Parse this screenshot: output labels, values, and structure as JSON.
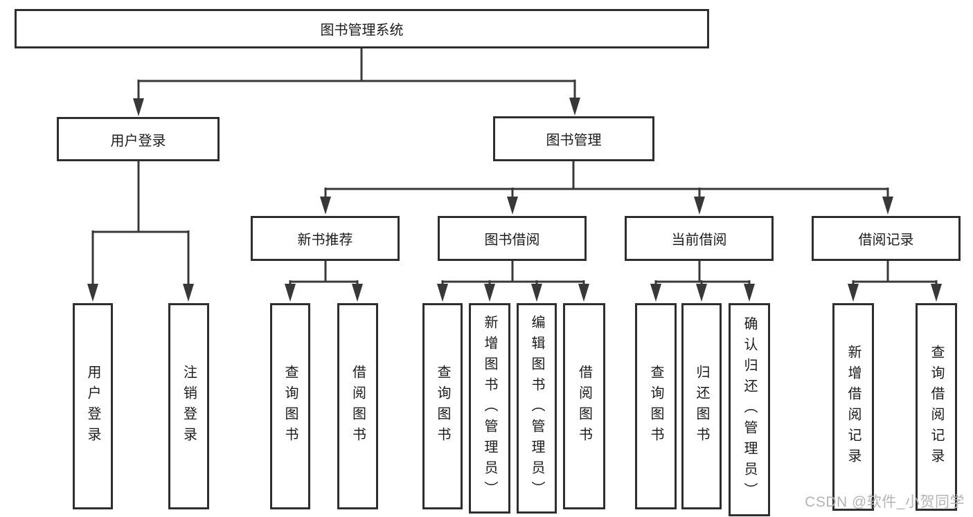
{
  "colors": {
    "background": "#ffffff",
    "line": "#383838",
    "box_border": "#2e2e2e",
    "text": "#1c1c1c",
    "watermark": "#b4b4b4"
  },
  "watermark": "CSDN @软件_小贺同学",
  "nodes": {
    "root": "图书管理系统",
    "user_login": "用户登录",
    "book_management": "图书管理",
    "login_leaf": "用户登录",
    "logout_leaf": "注销登录",
    "new_book_recommend": "新书推荐",
    "book_borrow": "图书借阅",
    "current_borrow": "当前借阅",
    "borrow_record": "借阅记录",
    "rec_query_book": "查询图书",
    "rec_borrow_book": "借阅图书",
    "bb_query_book": "查询图书",
    "bb_add_book": "新增图书（管理员）",
    "bb_edit_book": "编辑图书（管理员）",
    "bb_borrow_book": "借阅图书",
    "cb_query_book": "查询图书",
    "cb_return_book": "归还图书",
    "cb_confirm_return": "确认归还（管理员）",
    "br_add_record": "新增借阅记录",
    "br_query_record": "查询借阅记录"
  }
}
